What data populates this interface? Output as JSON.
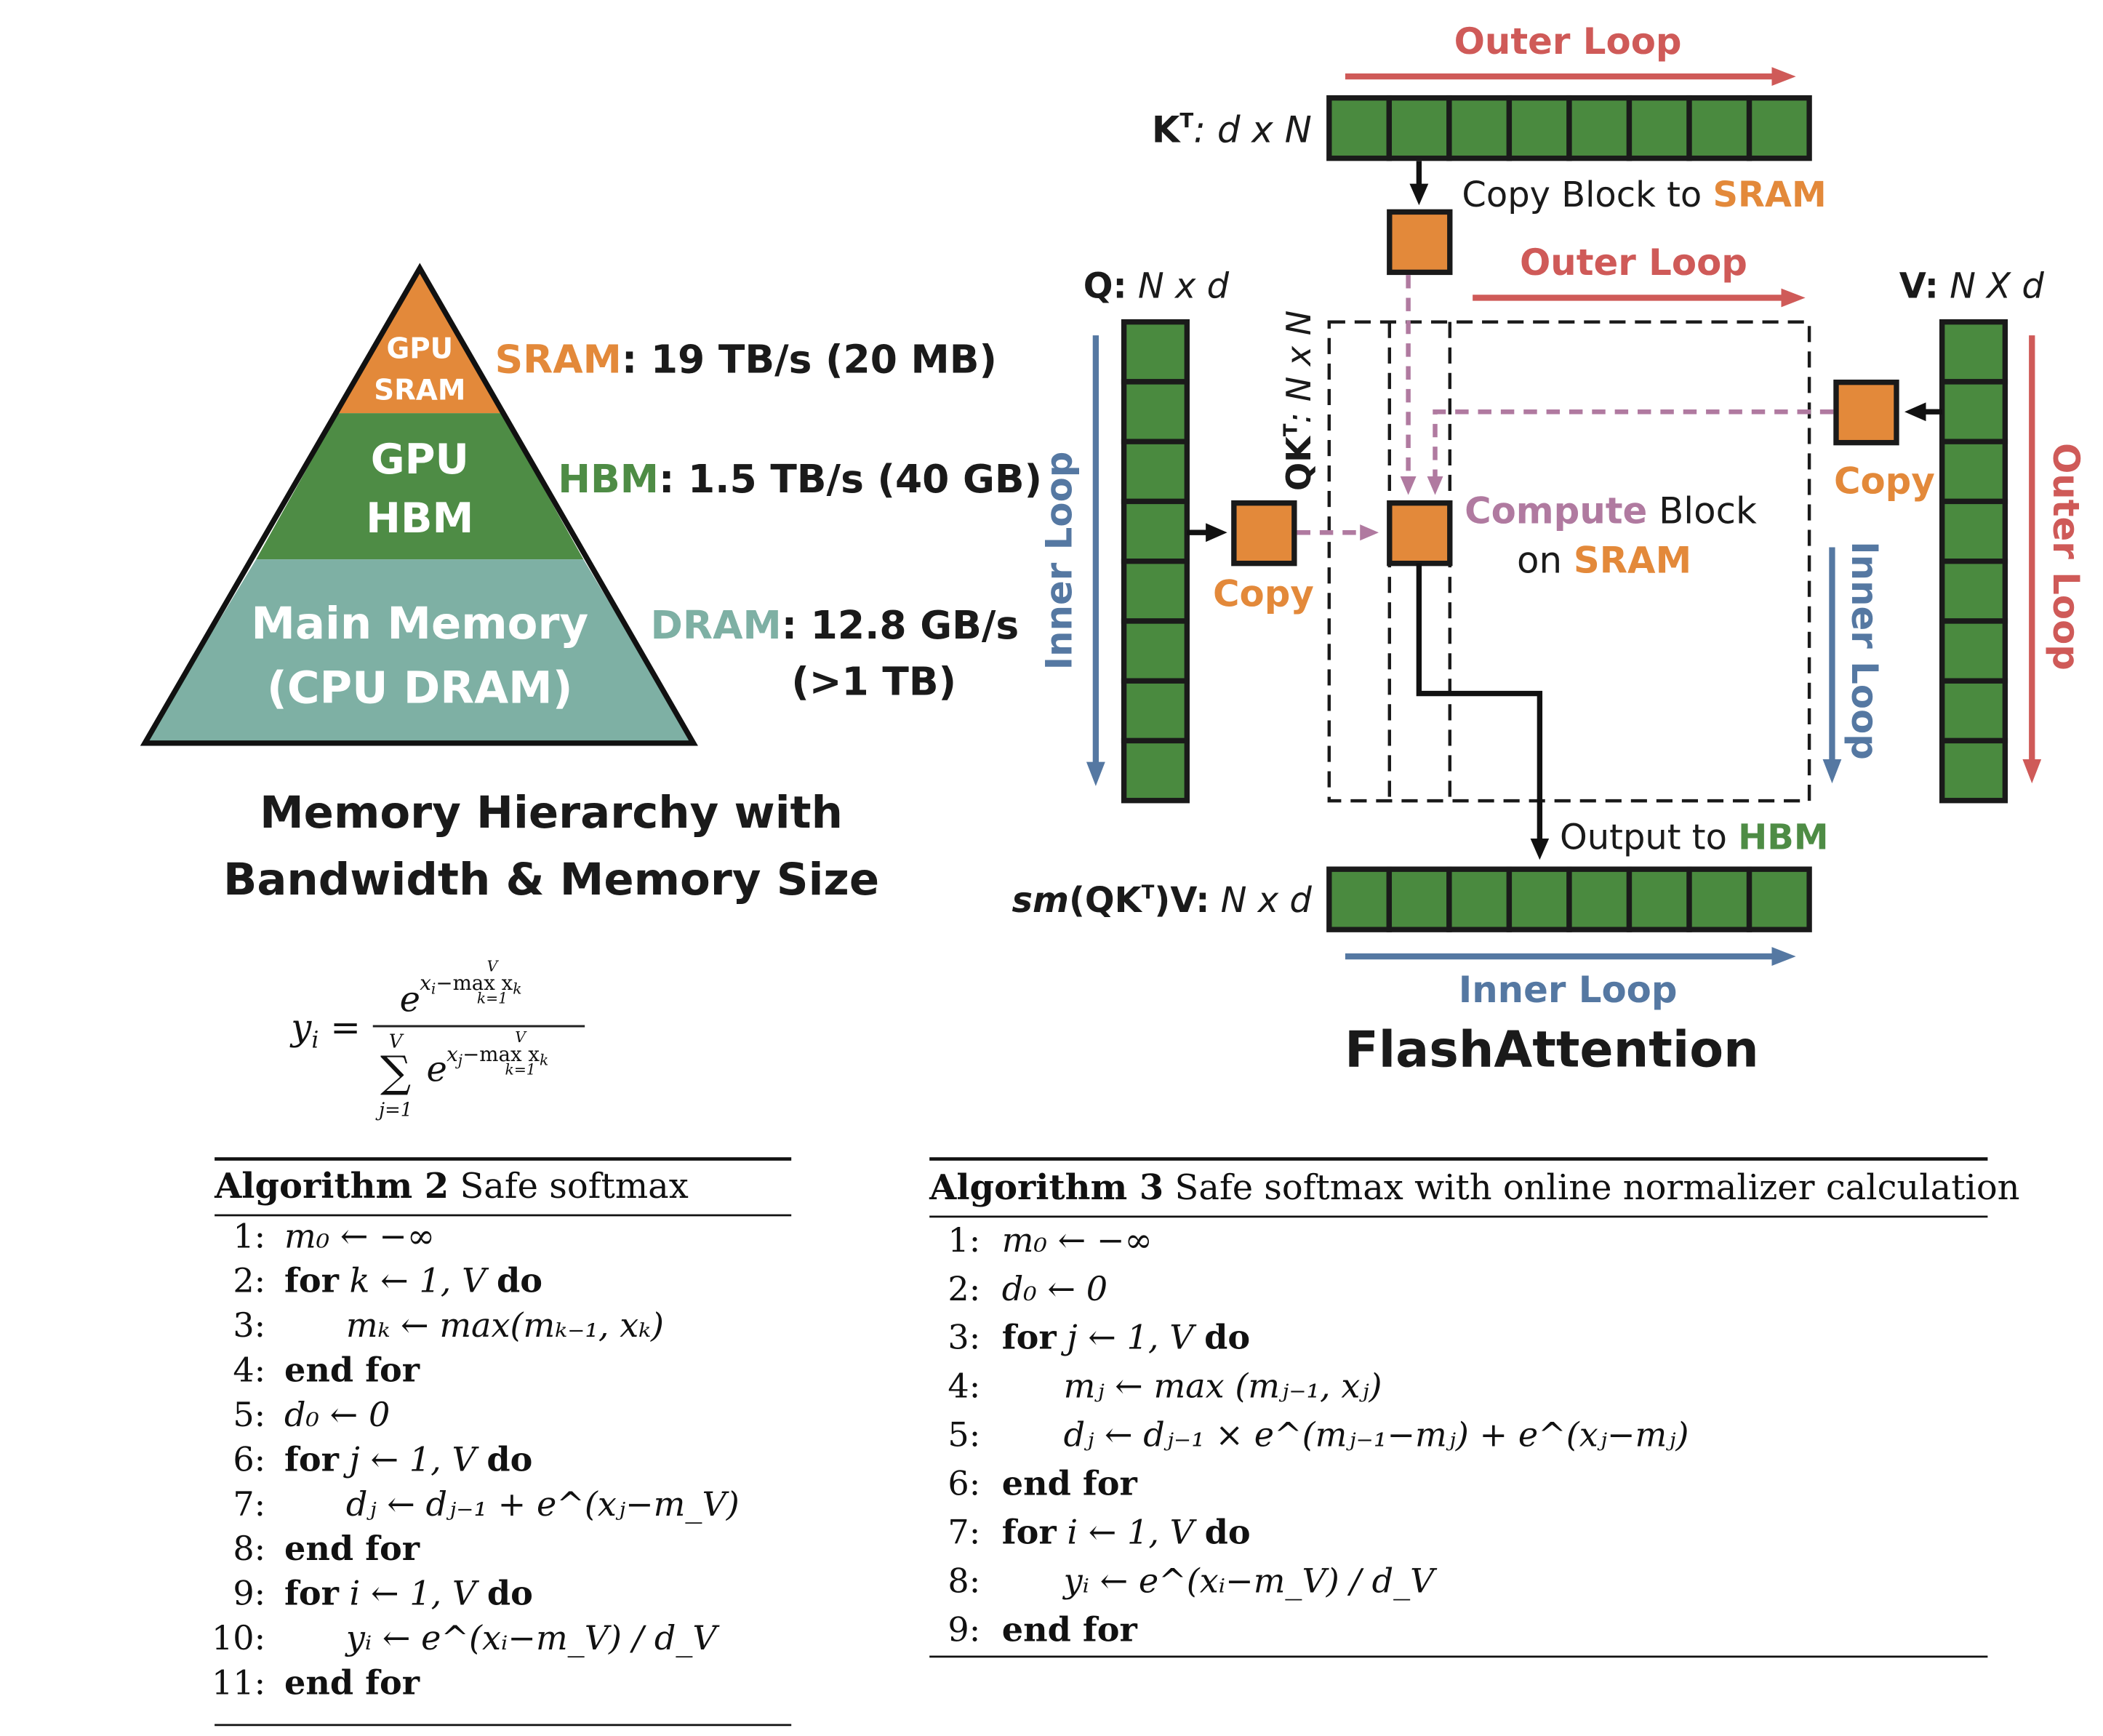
{
  "pyramid": {
    "tiers": [
      {
        "line1": "GPU",
        "line2": "SRAM"
      },
      {
        "line1": "GPU",
        "line2": "HBM"
      },
      {
        "line1": "Main Memory",
        "line2": "(CPU DRAM)"
      }
    ],
    "labels": [
      {
        "name": "SRAM",
        "spec": ": 19 TB/s (20 MB)"
      },
      {
        "name": "HBM",
        "spec": ": 1.5 TB/s (40 GB)"
      },
      {
        "name": "DRAM",
        "spec": ": 12.8 GB/s",
        "spec2": "(>1 TB)"
      }
    ],
    "caption_line1": "Memory Hierarchy with",
    "caption_line2": "Bandwidth & Memory Size",
    "colors": {
      "sram": "#e3893a",
      "hbm": "#4e8c45",
      "dram": "#7eb0a4"
    }
  },
  "flash": {
    "title": "FlashAttention",
    "kt": {
      "label": "K",
      "sup": "T",
      "dims": ": d x N"
    },
    "q": {
      "label": "Q:",
      "dims": " N x d"
    },
    "v": {
      "label": "V:",
      "dims": " N X d"
    },
    "qkt": {
      "label": "QK",
      "sup": "T",
      "dims": ": N x N"
    },
    "out": {
      "label_a": "sm",
      "label_b": "(QK",
      "sup": "T",
      "label_c": ")V:",
      "dims": " N x d"
    },
    "outer_loop": "Outer Loop",
    "inner_loop": "Inner Loop",
    "copy_block": {
      "a": "Copy Block to ",
      "b": "SRAM"
    },
    "copy": "Copy",
    "compute": {
      "a": "Compute",
      "b": " Block",
      "c": "on ",
      "d": "SRAM"
    },
    "output": {
      "a": "Output to ",
      "b": "HBM"
    },
    "colors": {
      "block": "#4a8a3f",
      "sram": "#e3893a",
      "outer": "#cf5a58",
      "inner": "#5578a2",
      "compute": "#b07aa0"
    }
  },
  "formula": {
    "lhs": "y",
    "lhs_sub": "i",
    "num_base": "e",
    "num_exp": "x",
    "num_exp_sub": "i",
    "minus_max": "−max x",
    "max_sub": "k",
    "max_upper": "V",
    "max_lower": "k=1",
    "sum_symbol": "∑",
    "sum_upper": "V",
    "sum_lower": "j=1",
    "den_exp_sub": "j"
  },
  "algorithm2": {
    "title_bold": "Algorithm 2",
    "title_rest": " Safe softmax",
    "lines": [
      {
        "num": "1:",
        "kw": "",
        "text": "m₀ ← −∞",
        "indent": 0
      },
      {
        "num": "2:",
        "kw": "for",
        "text": " k ← 1, V ",
        "kw2": "do",
        "indent": 0
      },
      {
        "num": "3:",
        "kw": "",
        "text": "mₖ ← max(mₖ₋₁, xₖ)",
        "indent": 1
      },
      {
        "num": "4:",
        "kw": "end for",
        "text": "",
        "indent": 0
      },
      {
        "num": "5:",
        "kw": "",
        "text": "d₀ ← 0",
        "indent": 0
      },
      {
        "num": "6:",
        "kw": "for",
        "text": " j ← 1, V ",
        "kw2": "do",
        "indent": 0
      },
      {
        "num": "7:",
        "kw": "",
        "text": "dⱼ ← dⱼ₋₁ + e^(xⱼ−m_V)",
        "indent": 1
      },
      {
        "num": "8:",
        "kw": "end for",
        "text": "",
        "indent": 0
      },
      {
        "num": "9:",
        "kw": "for",
        "text": " i ← 1, V ",
        "kw2": "do",
        "indent": 0
      },
      {
        "num": "10:",
        "kw": "",
        "text": "yᵢ ← e^(xᵢ−m_V) / d_V",
        "indent": 1
      },
      {
        "num": "11:",
        "kw": "end for",
        "text": "",
        "indent": 0
      }
    ]
  },
  "algorithm3": {
    "title_bold": "Algorithm 3",
    "title_rest": " Safe softmax with online normalizer calculation",
    "lines": [
      {
        "num": "1:",
        "kw": "",
        "text": "m₀ ← −∞",
        "indent": 0
      },
      {
        "num": "2:",
        "kw": "",
        "text": "d₀ ← 0",
        "indent": 0
      },
      {
        "num": "3:",
        "kw": "for",
        "text": " j ← 1, V ",
        "kw2": "do",
        "indent": 0
      },
      {
        "num": "4:",
        "kw": "",
        "text": "mⱼ ← max (mⱼ₋₁, xⱼ)",
        "indent": 1
      },
      {
        "num": "5:",
        "kw": "",
        "text": "dⱼ ← dⱼ₋₁ × e^(mⱼ₋₁−mⱼ) + e^(xⱼ−mⱼ)",
        "indent": 1
      },
      {
        "num": "6:",
        "kw": "end for",
        "text": "",
        "indent": 0
      },
      {
        "num": "7:",
        "kw": "for",
        "text": " i ← 1, V ",
        "kw2": "do",
        "indent": 0
      },
      {
        "num": "8:",
        "kw": "",
        "text": "yᵢ ← e^(xᵢ−m_V) / d_V",
        "indent": 1
      },
      {
        "num": "9:",
        "kw": "end for",
        "text": "",
        "indent": 0
      }
    ]
  }
}
